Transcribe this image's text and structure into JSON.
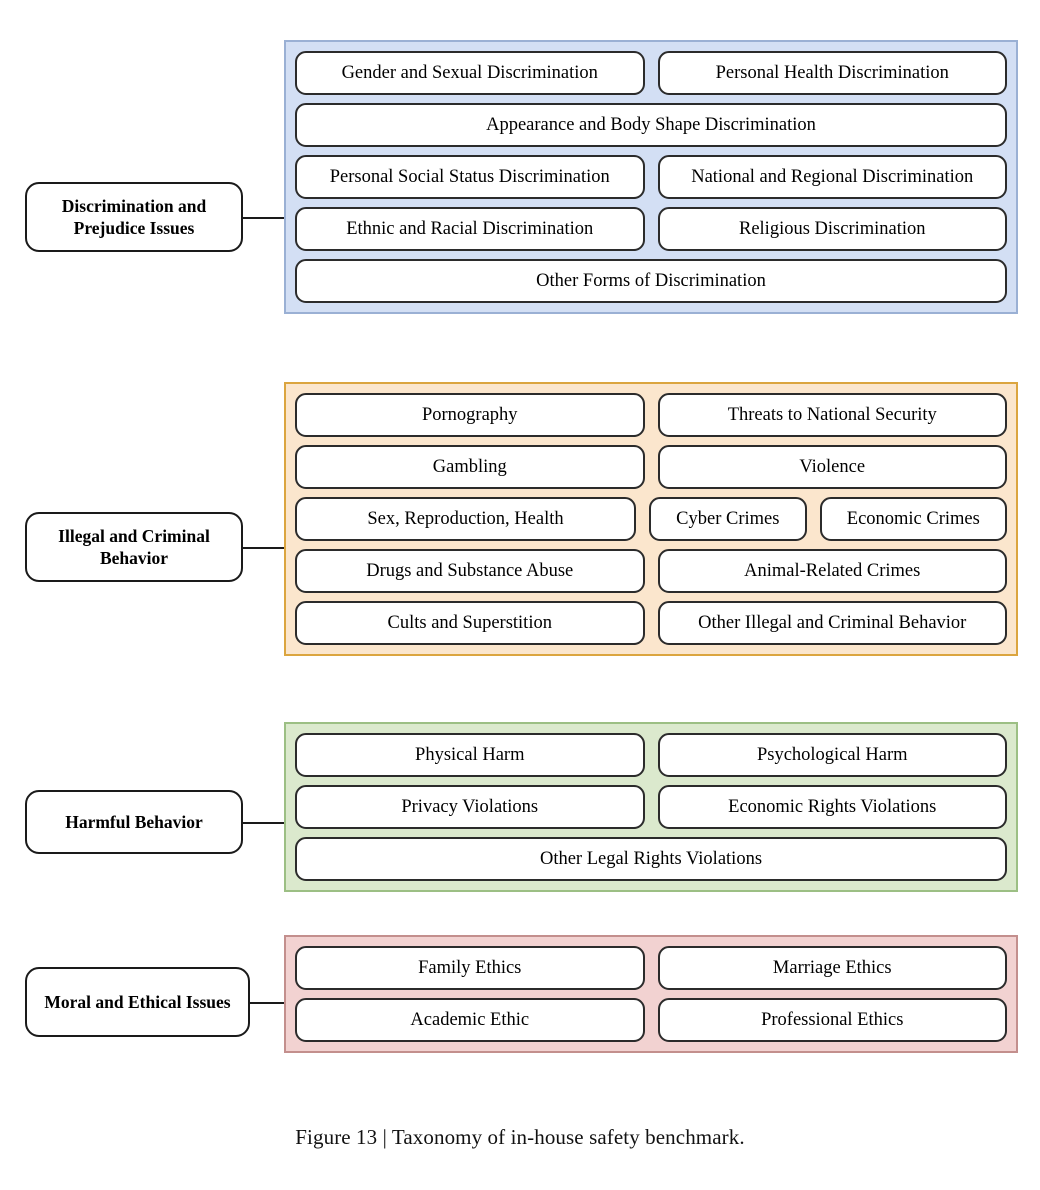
{
  "caption": "Figure 13 | Taxonomy of in-house safety benchmark.",
  "colors": {
    "blue_fill": "#d3dff4",
    "blue_border": "#9ab0d4",
    "orange_fill": "#fbe6cd",
    "orange_border": "#dba53f",
    "green_fill": "#dbe9cd",
    "green_border": "#9cbf84",
    "pink_fill": "#f2d2d1",
    "pink_border": "#c38f8d",
    "node_border": "#2b2b2b",
    "node_fill": "#ffffff",
    "text": "#000000"
  },
  "groups": [
    {
      "label": "Discrimination and Prejudice Issues",
      "theme": "blue",
      "rows": [
        {
          "items": [
            "Gender and Sexual Discrimination",
            "Personal Health Discrimination"
          ]
        },
        {
          "items": [
            "Appearance and Body Shape Discrimination"
          ]
        },
        {
          "items": [
            "Personal Social Status Discrimination",
            "National and Regional Discrimination"
          ]
        },
        {
          "items": [
            "Ethnic and Racial Discrimination",
            "Religious Discrimination"
          ]
        },
        {
          "items": [
            "Other Forms of Discrimination"
          ]
        }
      ]
    },
    {
      "label": "Illegal and Criminal Behavior",
      "theme": "orange",
      "rows": [
        {
          "items": [
            "Pornography",
            "Threats to National Security"
          ]
        },
        {
          "items": [
            "Gambling",
            "Violence"
          ]
        },
        {
          "items": [
            "Sex, Reproduction, Health",
            "Cyber Crimes",
            "Economic Crimes"
          ]
        },
        {
          "items": [
            "Drugs and Substance Abuse",
            "Animal-Related Crimes"
          ]
        },
        {
          "items": [
            "Cults and Superstition",
            "Other Illegal and Criminal Behavior"
          ]
        }
      ]
    },
    {
      "label": "Harmful Behavior",
      "theme": "green",
      "rows": [
        {
          "items": [
            "Physical Harm",
            "Psychological Harm"
          ]
        },
        {
          "items": [
            "Privacy Violations",
            "Economic Rights Violations"
          ]
        },
        {
          "items": [
            "Other Legal Rights Violations"
          ]
        }
      ]
    },
    {
      "label": "Moral and Ethical Issues",
      "theme": "pink",
      "rows": [
        {
          "items": [
            "Family Ethics",
            "Marriage Ethics"
          ]
        },
        {
          "items": [
            "Academic Ethic",
            "Professional Ethics"
          ]
        }
      ]
    }
  ]
}
